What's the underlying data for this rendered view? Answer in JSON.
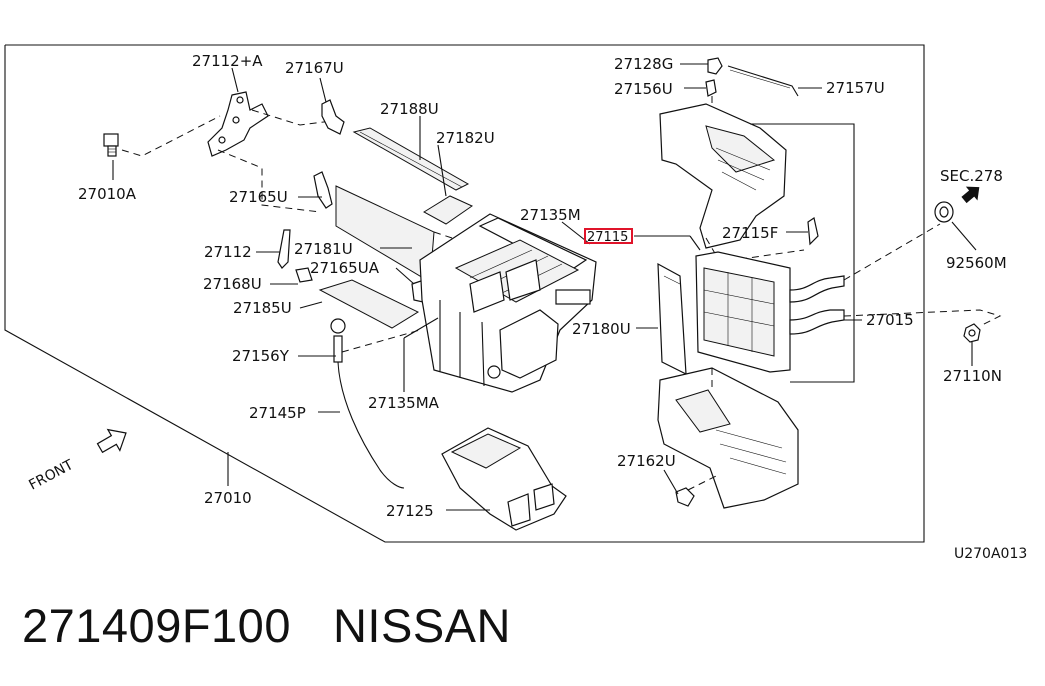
{
  "diagram": {
    "labels": {
      "l27112a": "27112+A",
      "l27167u": "27167U",
      "l27188u": "27188U",
      "l27182u": "27182U",
      "l27010a": "27010A",
      "l27165u": "27165U",
      "l27135m": "27135M",
      "l27112": "27112",
      "l27181u": "27181U",
      "l27165ua": "27165UA",
      "l27168u": "27168U",
      "l27185u": "27185U",
      "l27156y": "27156Y",
      "l27135ma": "27135MA",
      "l27145p": "27145P",
      "l27010": "27010",
      "l27125": "27125",
      "l27128g": "27128G",
      "l27156u": "27156U",
      "l27157u": "27157U",
      "l27115": "27115",
      "l27115f": "27115F",
      "l27180u": "27180U",
      "l27015": "27015",
      "l27162u": "27162U",
      "lsec": "SEC.278",
      "l92560m": "92560M",
      "l27110n": "27110N",
      "front": "FRONT",
      "code": "U270A013"
    },
    "highlight_color": "#e0142a"
  },
  "caption": {
    "part_number": "271409F100",
    "brand": "NISSAN"
  }
}
